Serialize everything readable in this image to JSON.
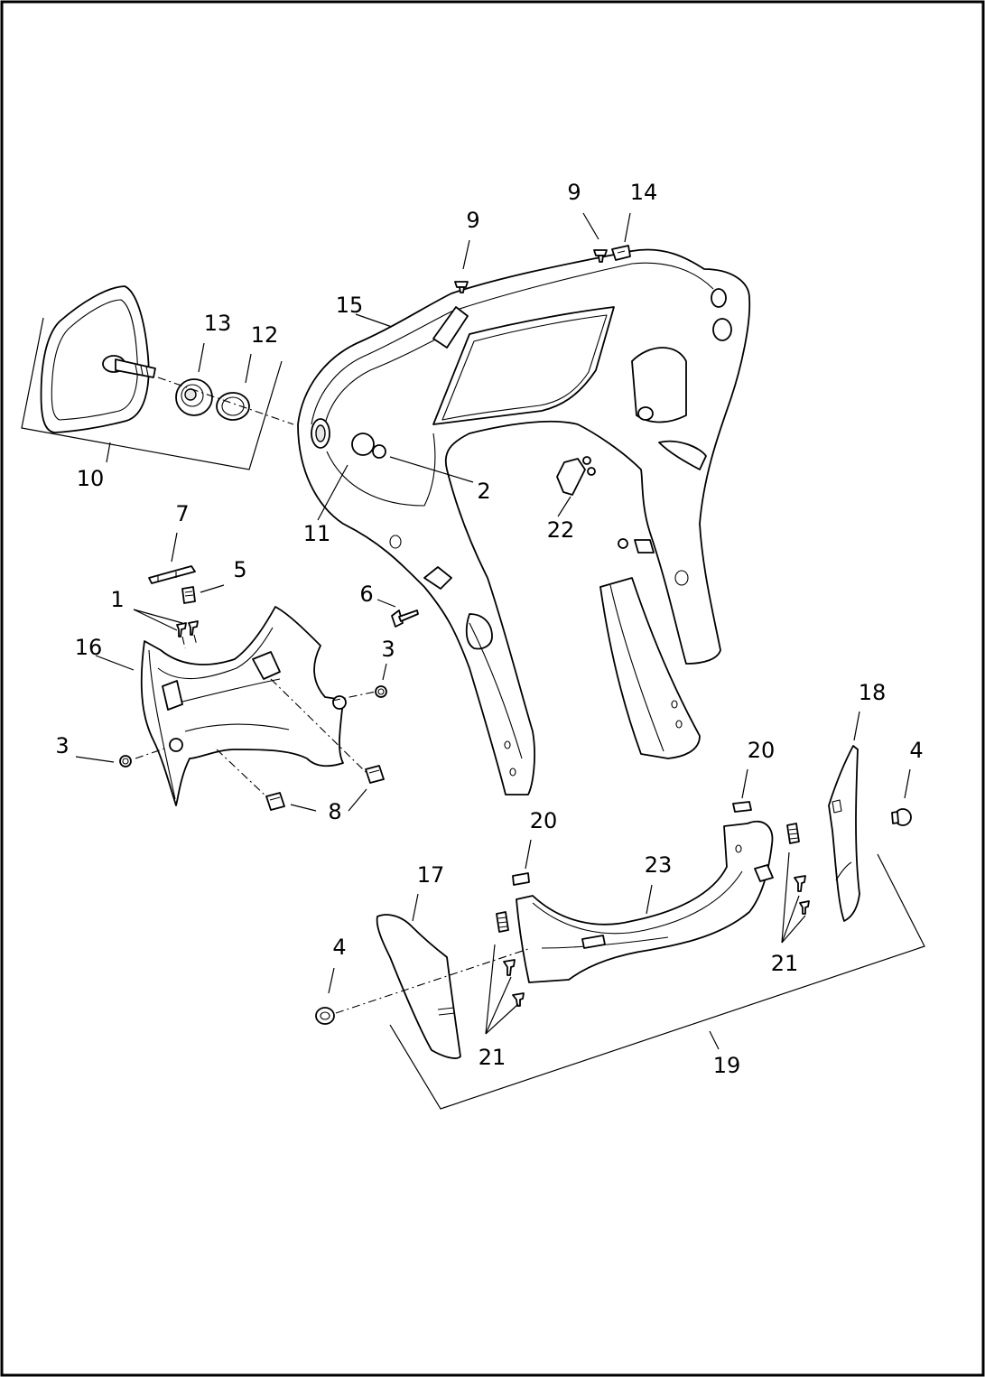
{
  "diagram": {
    "callouts": [
      {
        "id": "c1",
        "label": "1"
      },
      {
        "id": "c2",
        "label": "2"
      },
      {
        "id": "c3a",
        "label": "3"
      },
      {
        "id": "c3b",
        "label": "3"
      },
      {
        "id": "c4a",
        "label": "4"
      },
      {
        "id": "c4b",
        "label": "4"
      },
      {
        "id": "c5",
        "label": "5"
      },
      {
        "id": "c6",
        "label": "6"
      },
      {
        "id": "c7",
        "label": "7"
      },
      {
        "id": "c8",
        "label": "8"
      },
      {
        "id": "c9a",
        "label": "9"
      },
      {
        "id": "c9b",
        "label": "9"
      },
      {
        "id": "c10",
        "label": "10"
      },
      {
        "id": "c11",
        "label": "11"
      },
      {
        "id": "c12",
        "label": "12"
      },
      {
        "id": "c13",
        "label": "13"
      },
      {
        "id": "c14",
        "label": "14"
      },
      {
        "id": "c15",
        "label": "15"
      },
      {
        "id": "c16",
        "label": "16"
      },
      {
        "id": "c17",
        "label": "17"
      },
      {
        "id": "c18",
        "label": "18"
      },
      {
        "id": "c19",
        "label": "19"
      },
      {
        "id": "c20a",
        "label": "20"
      },
      {
        "id": "c20b",
        "label": "20"
      },
      {
        "id": "c21a",
        "label": "21"
      },
      {
        "id": "c21b",
        "label": "21"
      },
      {
        "id": "c22",
        "label": "22"
      },
      {
        "id": "c23",
        "label": "23"
      }
    ]
  }
}
